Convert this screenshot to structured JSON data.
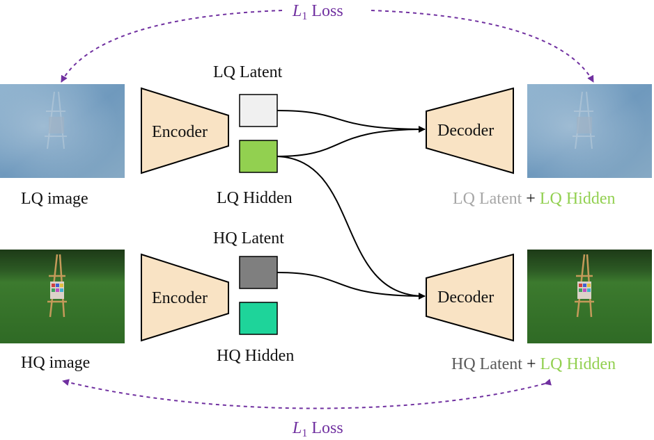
{
  "loss": {
    "symbol": "L",
    "subscript": "1",
    "word": "Loss"
  },
  "inputs": {
    "lq_image": "LQ image",
    "hq_image": "HQ image"
  },
  "encoder": {
    "top": "Encoder",
    "bottom": "Encoder"
  },
  "decoder": {
    "top": "Decoder",
    "bottom": "Decoder"
  },
  "latents": {
    "lq_latent": "LQ Latent",
    "lq_hidden": "LQ Hidden",
    "hq_latent": "HQ Latent",
    "hq_hidden": "HQ Hidden"
  },
  "outputs": {
    "top": {
      "latent": "LQ Latent",
      "plus": "+",
      "hidden": "LQ Hidden"
    },
    "bottom": {
      "latent": "HQ Latent",
      "plus": "+",
      "hidden": "LQ Hidden"
    }
  },
  "colors": {
    "loss_purple": "#7030a0",
    "block_fill": "#f9e3c4",
    "lq_latent_box": "#f0f0f0",
    "lq_hidden_box": "#92d050",
    "hq_latent_box": "#7f7f7f",
    "hq_hidden_box": "#1ed49a",
    "lq_latent_text": "#a6a6a6",
    "hq_latent_text": "#595959",
    "hidden_text": "#92d050"
  }
}
